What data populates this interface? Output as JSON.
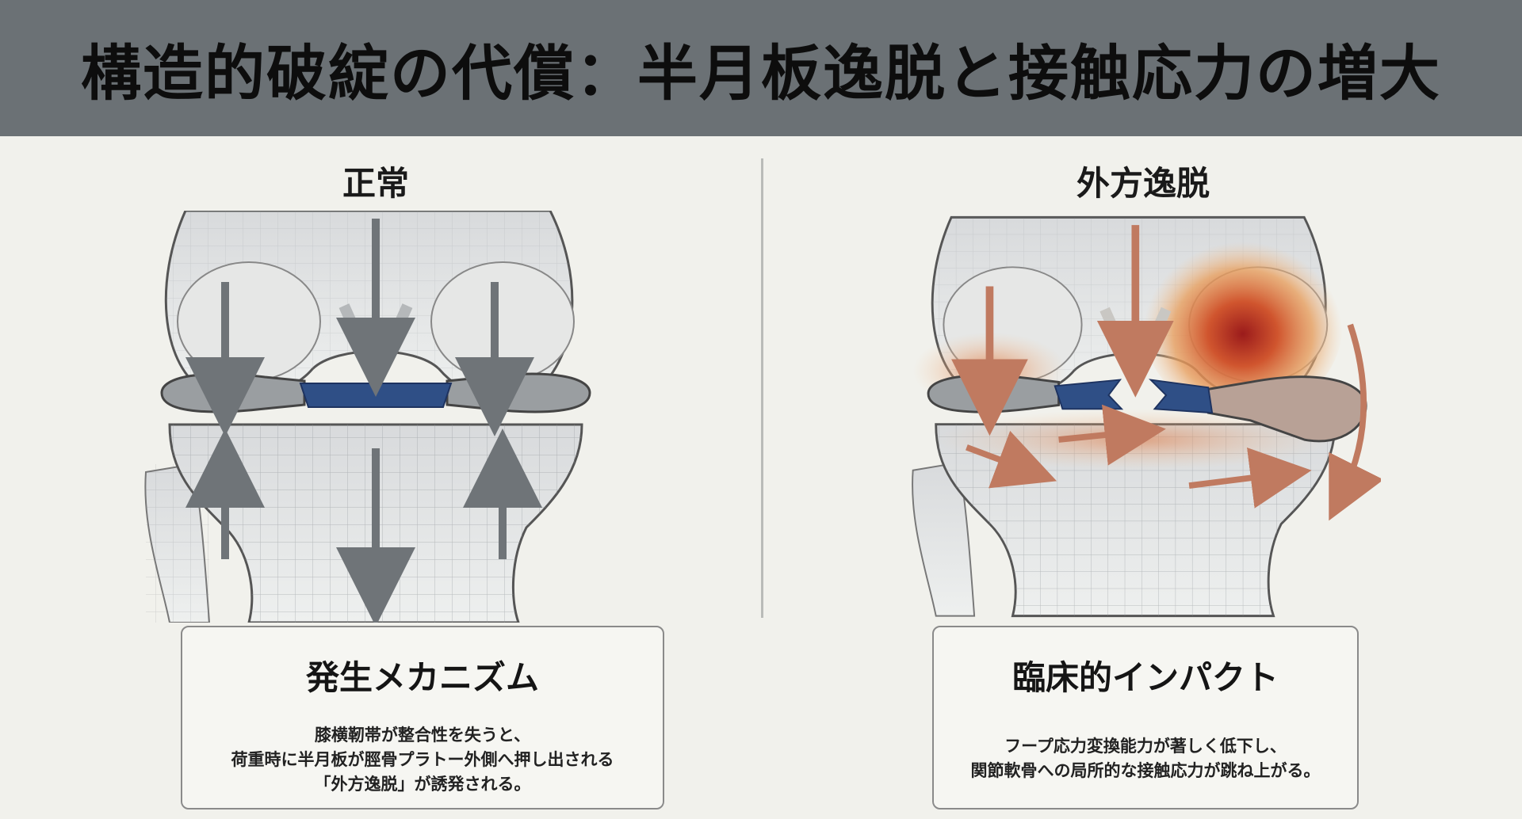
{
  "title": "構造的破綻の代償：半月板逸脱と接触応力の増大",
  "panels": {
    "left": {
      "label": "正常",
      "card_title": "発生メカニズム",
      "card_lines": [
        "膝横靭帯が整合性を失うと、",
        "荷重時に半月板が脛骨プラトー外側へ押し出される",
        "「外方逸脱」が誘発される。"
      ]
    },
    "right": {
      "label": "外方逸脱",
      "card_title": "臨床的インパクト",
      "card_lines": [
        "フープ応力変換能力が著しく低下し、",
        "関節軟骨への局所的な接触応力が跳ね上がる。"
      ]
    }
  },
  "colors": {
    "header_bg": "#6b7175",
    "background": "#f1f1ec",
    "ligament": "#2f4f86",
    "stress_hot": "#c0392b",
    "stress_warm": "#e8a060",
    "normal_arrow": "#6f7478",
    "deviation_arrow": "#c07a60"
  }
}
